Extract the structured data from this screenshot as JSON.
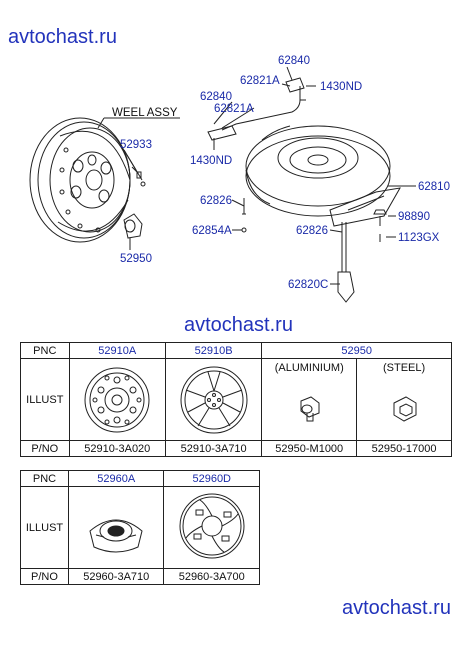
{
  "watermark": "avtochast.ru",
  "diagram": {
    "labels": {
      "weel_assy": "WEEL ASSY",
      "p52933": "52933",
      "p52950": "52950",
      "p62840_top": "62840",
      "p62821a_top": "62821A",
      "p1430nd_top": "1430ND",
      "p62840_mid": "62840",
      "p62821a_mid": "62821A",
      "p1430nd_mid": "1430ND",
      "p62826_left": "62826",
      "p62854a": "62854A",
      "p62826_right": "62826",
      "p62820c": "62820C",
      "p62810": "62810",
      "p98890": "98890",
      "p1123gx": "1123GX"
    }
  },
  "table1": {
    "pnc_label": "PNC",
    "illust_label": "ILLUST",
    "pno_label": "P/NO",
    "columns": [
      {
        "pnc": "52910A",
        "sub": "",
        "pno": "52910-3A020",
        "illust": "steel-wheel-icon"
      },
      {
        "pnc": "52910B",
        "sub": "",
        "pno": "52910-3A710",
        "illust": "alloy-wheel-icon"
      },
      {
        "pnc": "52950",
        "sub": "(ALUMINIUM)",
        "pno": "52950-M1000",
        "illust": "lug-nut-icon"
      },
      {
        "pnc": "",
        "sub": "(STEEL)",
        "pno": "52950-17000",
        "illust": "lug-nut-icon"
      }
    ]
  },
  "table2": {
    "pnc_label": "PNC",
    "illust_label": "ILLUST",
    "pno_label": "P/NO",
    "columns": [
      {
        "pnc": "52960A",
        "pno": "52960-3A710",
        "illust": "center-cap-icon"
      },
      {
        "pnc": "52960D",
        "pno": "52960-3A700",
        "illust": "hub-cap-icon"
      }
    ]
  }
}
